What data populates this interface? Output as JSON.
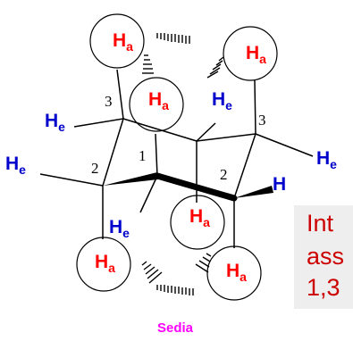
{
  "labels": {
    "axial_atom": "H",
    "axial_subscript": "a",
    "equatorial_atom": "H",
    "equatorial_subscript": "e",
    "carbon_1": "1",
    "carbon_2": "2",
    "carbon_3": "3"
  },
  "caption": "Sedia",
  "note": {
    "line1": "Int",
    "line2": "ass",
    "line3": "1,3"
  },
  "colors": {
    "axial_label": "#ff0000",
    "equatorial_label": "#0000cc",
    "caption": "#ff00ff",
    "note_text": "#cc0000",
    "note_background": "#eeeeee"
  }
}
